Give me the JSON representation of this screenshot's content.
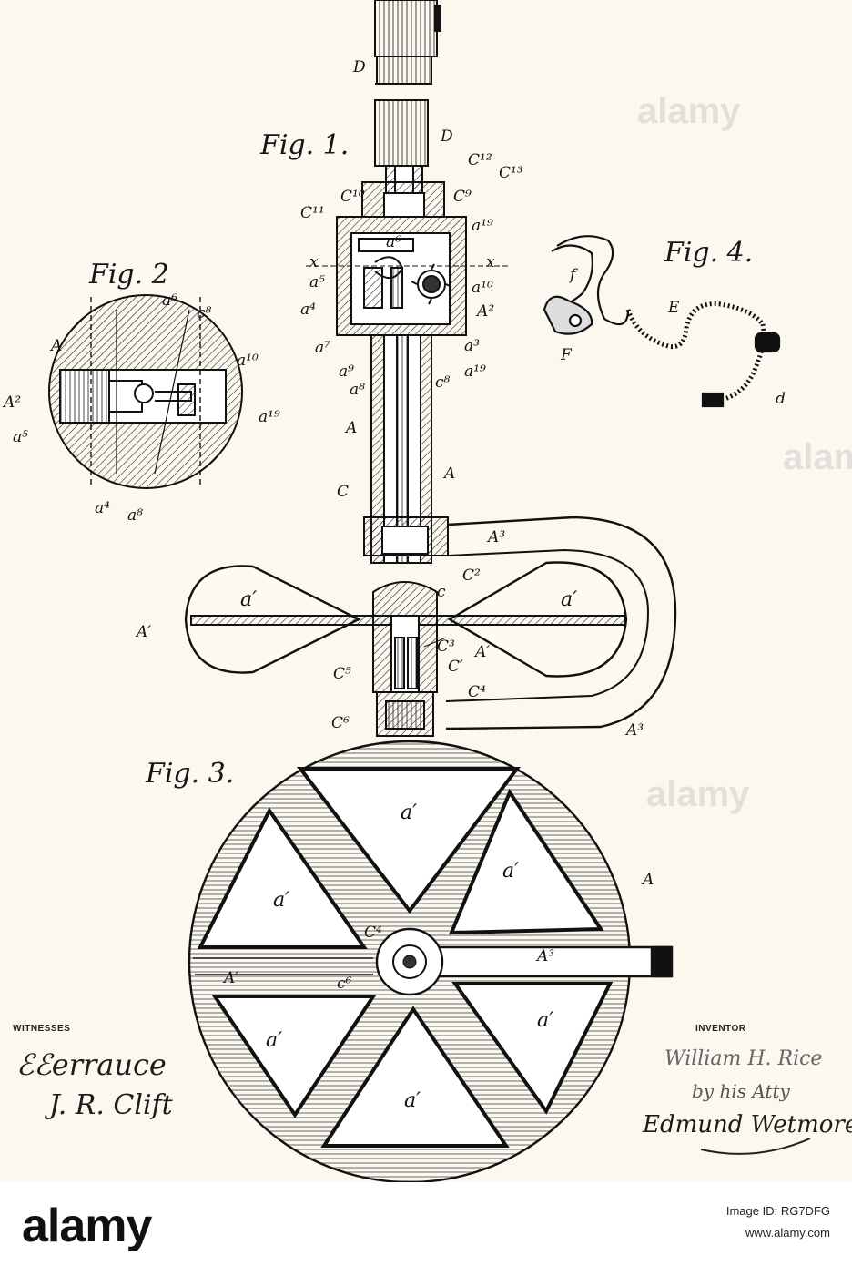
{
  "figures": {
    "fig1": "Fig. 1.",
    "fig2": "Fig. 2",
    "fig3": "Fig. 3.",
    "fig4": "Fig. 4."
  },
  "captions": {
    "witnesses": "WITNESSES",
    "inventor": "INVENTOR"
  },
  "labels": {
    "D_top": "D",
    "D_fig1": "D",
    "C12": "C¹²",
    "C13": "C¹³",
    "C10": "C¹⁰",
    "C11": "C¹¹",
    "C9": "C⁹",
    "a19_top": "a¹⁹",
    "a6_fig1": "a⁶",
    "x_left": "x",
    "x_right": "x",
    "a5_fig1": "a⁵",
    "a4_fig1": "a⁴",
    "a10_fig1": "a¹⁰",
    "a2_fig1": "A²",
    "a7_fig1": "a⁷",
    "a9_fig1": "a⁹",
    "a8_fig1": "a⁸",
    "c8_fig1": "c⁸",
    "a3_fig1": "a³",
    "a19_bot": "a¹⁹",
    "A_fig1a": "A",
    "A_fig1b": "A",
    "C_fig1": "C",
    "A3_upper": "A³",
    "c_fig1": "c",
    "C2_fig1": "C²",
    "a1_left": "a′",
    "a1_right": "a′",
    "A1_left": "A′",
    "C3_fig1": "C³",
    "C1_fig1": "C′",
    "A1_fig1b": "A′",
    "C5_fig1": "C⁵",
    "C4_fig1": "C⁴",
    "C6_fig1": "C⁶",
    "A3_lower": "A³",
    "A_fig2": "A",
    "a6_fig2": "a⁶",
    "c8_fig2": "c⁸",
    "a10_fig2": "a¹⁰",
    "A2_fig2": "A²",
    "a5_fig2": "a⁵",
    "a19_fig2": "a¹⁹",
    "a4_fig2": "a⁴",
    "a8_fig2": "a⁸",
    "f_fig4": "f",
    "E_fig4": "E",
    "F_fig4": "F",
    "d_fig4": "d",
    "a1_f3_top": "a′",
    "a1_f3_rt": "a′",
    "a1_f3_lt": "a′",
    "A_fig3": "A",
    "C4_fig3": "C⁴",
    "A3_fig3": "A³",
    "A1_fig3": "A′",
    "C6_fig3": "c⁶",
    "a1_f3_rb": "a′",
    "a1_f3_lb": "a′",
    "a1_f3_bot": "a′"
  },
  "signatures": {
    "witness_1": "ℰℰerrauce",
    "witness_2": "J. R. Clift",
    "inventor_1": "William H. Rice",
    "inventor_2": "by his Atty",
    "inventor_3": "Edmund Wetmore"
  },
  "watermark": "alamy",
  "footer": {
    "brand": "alamy",
    "image_id_label": "Image ID: RG7DFG",
    "site": "www.alamy.com"
  }
}
